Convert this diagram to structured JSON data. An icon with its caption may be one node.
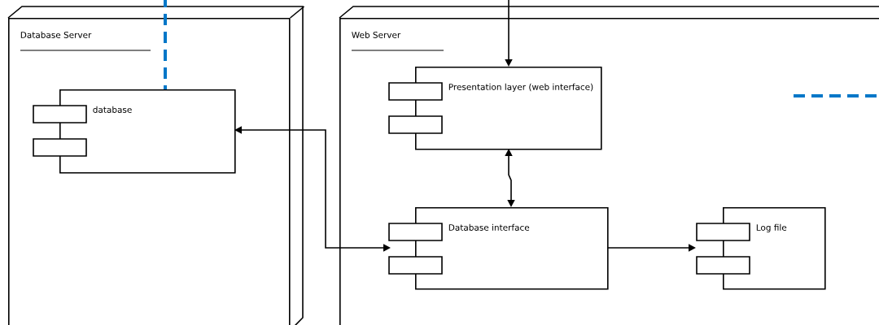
{
  "diagram": {
    "nodes": [
      {
        "text": [
          "Database Server"
        ]
      },
      {
        "text": [
          "database"
        ],
        "in": 0
      },
      {
        "text": [
          "Web Server"
        ]
      },
      {
        "text": [
          "Presentation layer (web interface)"
        ],
        "in": 2
      },
      {
        "text": [
          "Database interface"
        ],
        "in": 2
      },
      {
        "text": [
          "Log file"
        ],
        "in": 2
      }
    ],
    "edges": [
      {
        "from": null,
        "to": 3,
        "arrow": "to"
      },
      {
        "from": 4,
        "to": 1,
        "arrow": "both"
      },
      {
        "from": 3,
        "to": 4,
        "arrow": "both"
      },
      {
        "from": 4,
        "to": 5,
        "arrow": "to"
      },
      {
        "from": null,
        "to": 1,
        "arrow": "none",
        "style": "dashed",
        "color": "#0077c8"
      },
      {
        "from": 2,
        "to": null,
        "arrow": "none",
        "style": "dashed",
        "color": "#0077c8"
      }
    ]
  }
}
